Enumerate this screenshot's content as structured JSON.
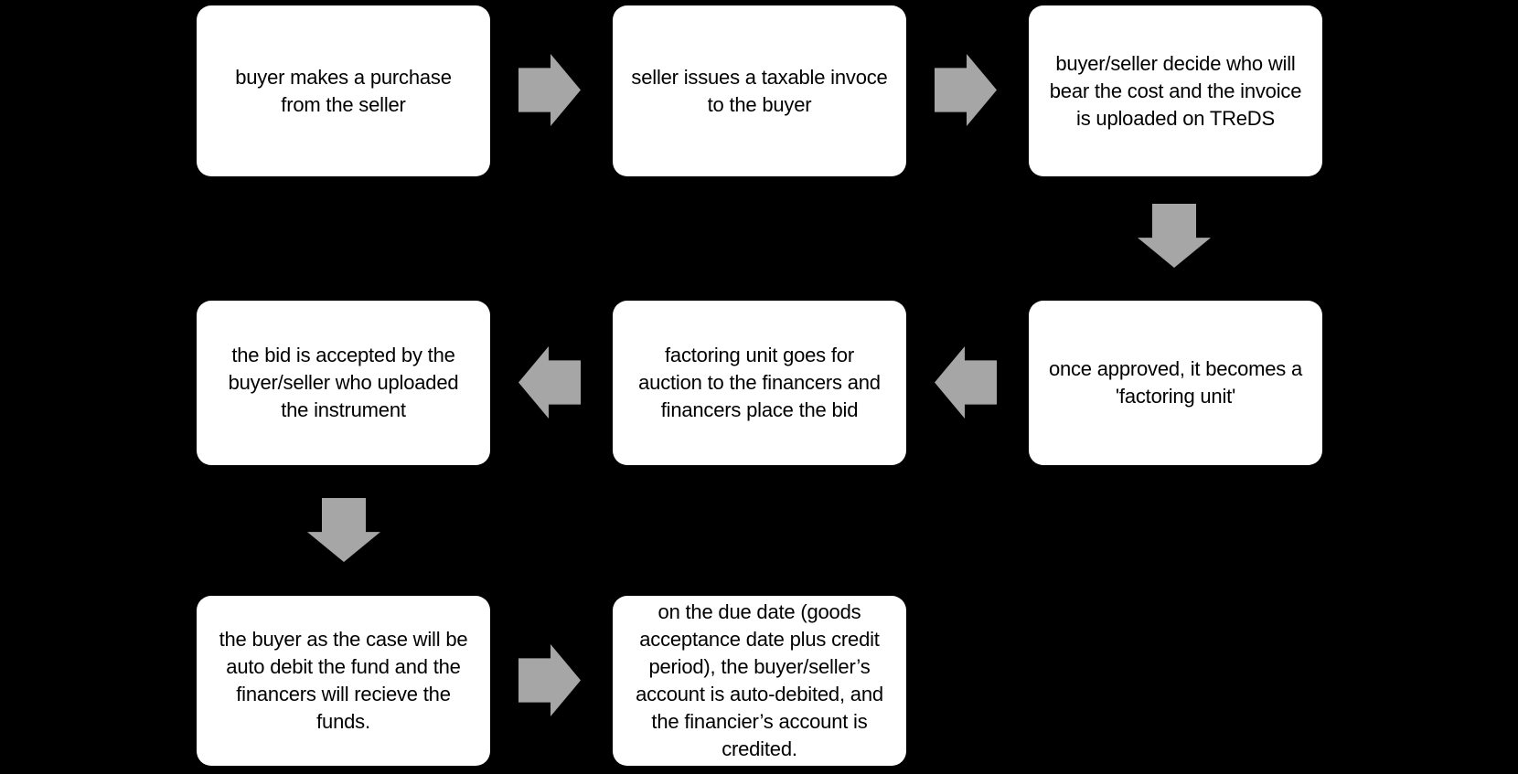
{
  "colors": {
    "background": "#000000",
    "node_fill": "#ffffff",
    "node_text": "#000000",
    "arrow": "#a6a6a6"
  },
  "diagram": {
    "type": "flowchart",
    "nodes": [
      {
        "id": "step-1",
        "lines": [
          "buyer makes a purchase",
          "from the seller"
        ]
      },
      {
        "id": "step-2",
        "lines": [
          "seller issues a taxable invoce",
          "to the buyer"
        ]
      },
      {
        "id": "step-3",
        "lines": [
          "buyer/seller decide who will",
          "bear the cost and the invoice",
          "is uploaded on TReDS"
        ]
      },
      {
        "id": "step-4",
        "lines": [
          "once approved, it becomes a",
          "'factoring unit'"
        ]
      },
      {
        "id": "step-5",
        "lines": [
          "factoring unit goes for",
          "auction to the financers and",
          "financers place the bid"
        ]
      },
      {
        "id": "step-6",
        "lines": [
          "the bid is accepted by the",
          "buyer/seller who uploaded",
          "the instrument"
        ]
      },
      {
        "id": "step-7",
        "lines": [
          "the buyer as the case will be",
          "auto debit the fund and the",
          "financers will recieve the",
          "funds."
        ]
      },
      {
        "id": "step-8",
        "lines": [
          "on the due date (goods",
          "acceptance date plus credit",
          "period), the buyer/seller’s",
          "account is auto-debited, and",
          "the financier’s account is",
          "credited."
        ]
      }
    ],
    "connections": [
      {
        "from": "step-1",
        "to": "step-2",
        "direction": "right"
      },
      {
        "from": "step-2",
        "to": "step-3",
        "direction": "right"
      },
      {
        "from": "step-3",
        "to": "step-4",
        "direction": "down"
      },
      {
        "from": "step-4",
        "to": "step-5",
        "direction": "left"
      },
      {
        "from": "step-5",
        "to": "step-6",
        "direction": "left"
      },
      {
        "from": "step-6",
        "to": "step-7",
        "direction": "down"
      },
      {
        "from": "step-7",
        "to": "step-8",
        "direction": "right"
      }
    ]
  }
}
